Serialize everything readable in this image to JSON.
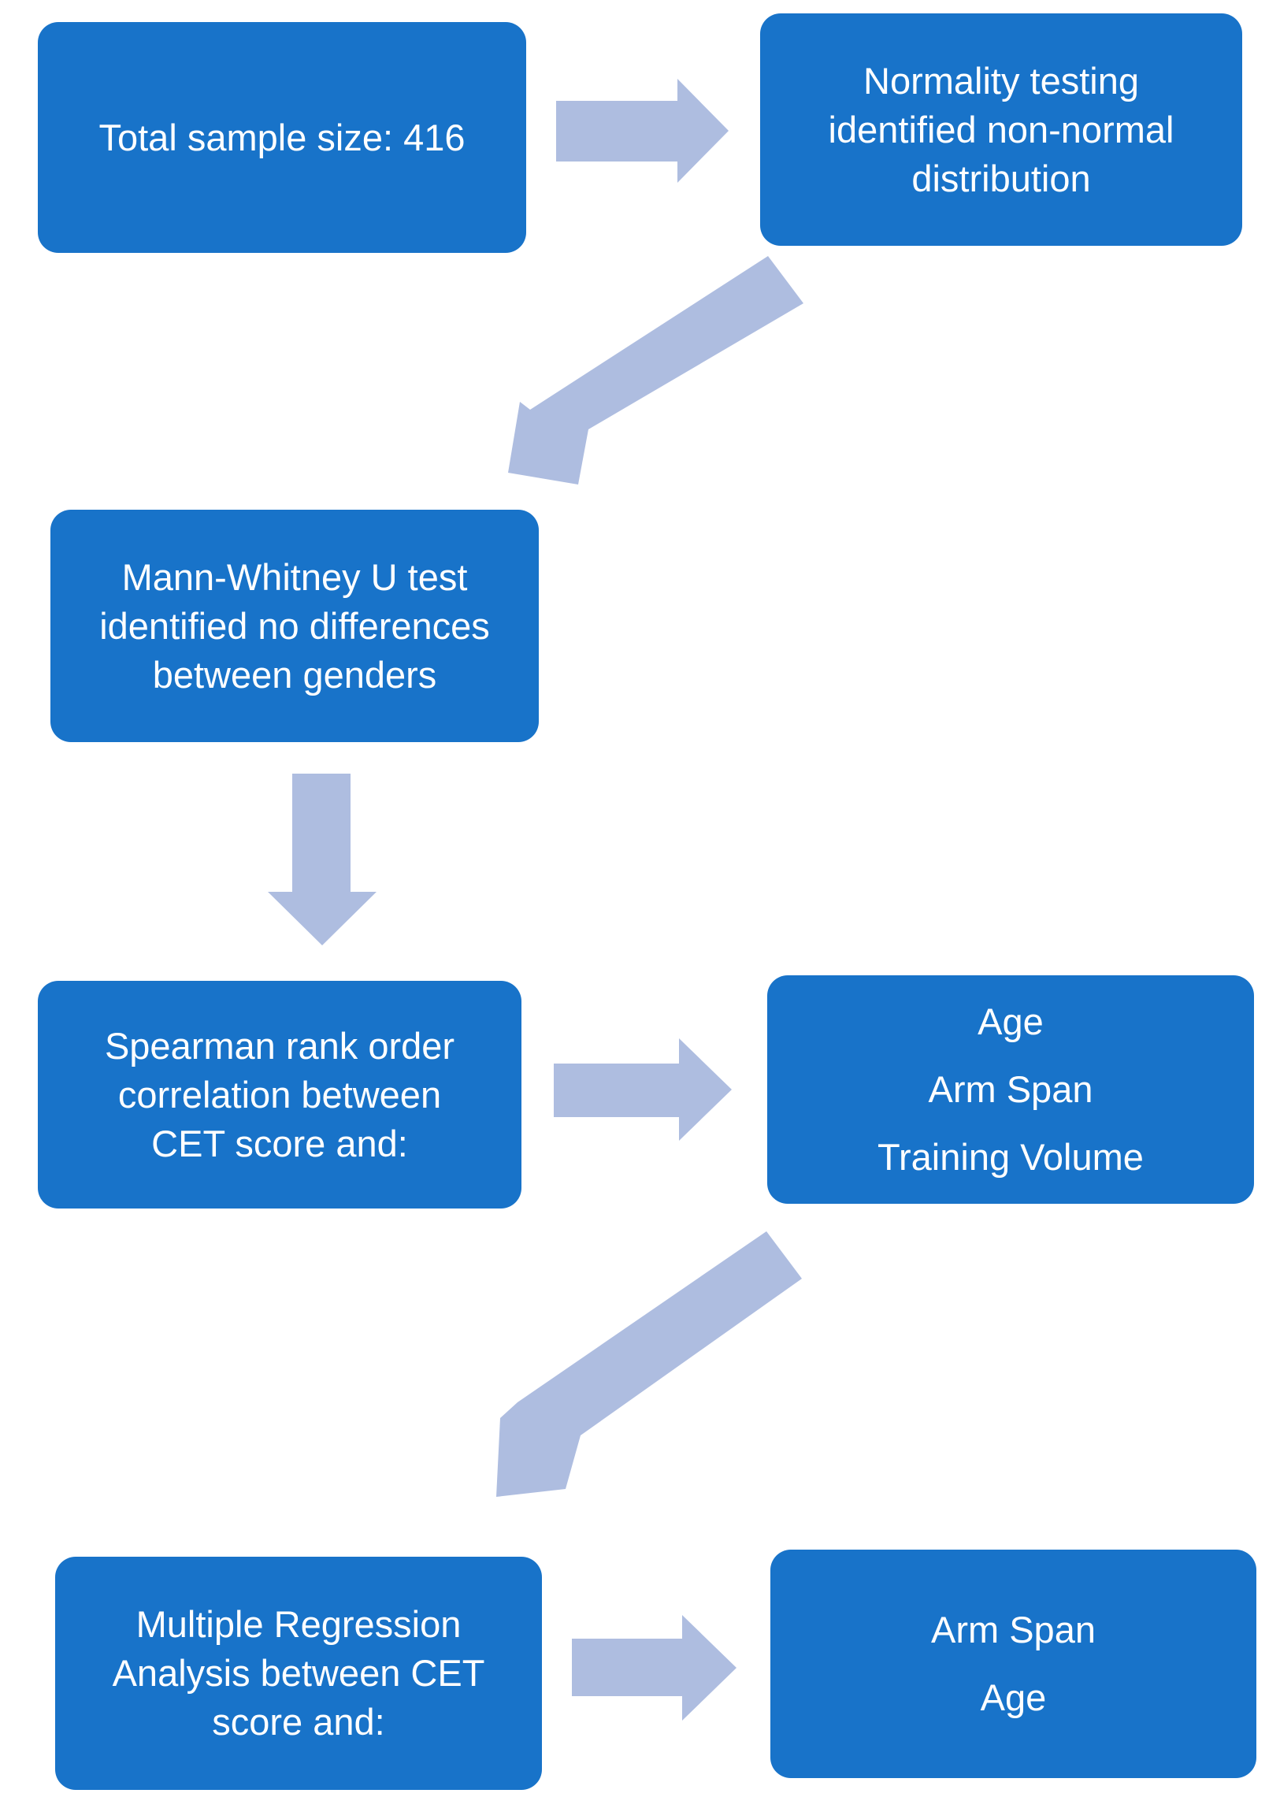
{
  "nodes": [
    {
      "id": "b1",
      "lines": [
        "Total sample size: 416"
      ]
    },
    {
      "id": "b2",
      "lines": [
        "Normality testing",
        "identified non-normal",
        "distribution"
      ]
    },
    {
      "id": "b3",
      "lines": [
        "Mann-Whitney U test",
        "identified no differences",
        "between genders"
      ]
    },
    {
      "id": "b4",
      "lines": [
        "Spearman rank order",
        "correlation between",
        "CET score  and:"
      ]
    },
    {
      "id": "b5",
      "lines": [
        "Age",
        "Arm Span",
        "Training Volume"
      ]
    },
    {
      "id": "b6",
      "lines": [
        "Multiple Regression",
        "Analysis between CET",
        "score and:"
      ]
    },
    {
      "id": "b7",
      "lines": [
        "Arm Span",
        "Age"
      ]
    }
  ],
  "edges": [
    {
      "from": "b1",
      "to": "b2"
    },
    {
      "from": "b2",
      "to": "b3"
    },
    {
      "from": "b3",
      "to": "b4"
    },
    {
      "from": "b4",
      "to": "b5"
    },
    {
      "from": "b5",
      "to": "b6"
    },
    {
      "from": "b6",
      "to": "b7"
    }
  ],
  "colors": {
    "box_fill": "#1873c9",
    "box_text": "#ffffff",
    "arrow_fill": "#aebde0"
  }
}
